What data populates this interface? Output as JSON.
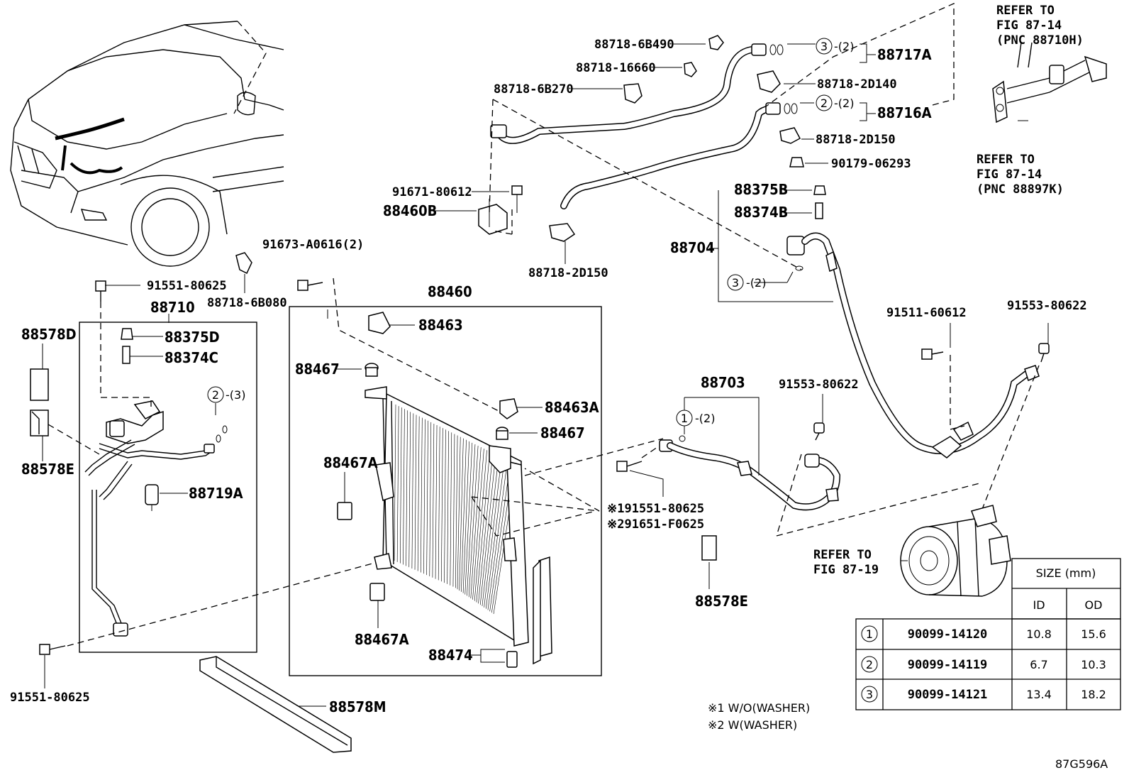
{
  "parts": {
    "p88717A": "88717A",
    "p88716A": "88716A",
    "p88718_6B490": "88718-6B490",
    "p88718_16660": "88718-16660",
    "p88718_6B270": "88718-6B270",
    "p88718_2D140": "88718-2D140",
    "p88718_2D150_top": "88718-2D150",
    "p90179_06293": "90179-06293",
    "p91671_80612": "91671-80612",
    "p88460B": "88460B",
    "p88718_2D150_bottom": "88718-2D150",
    "p88375B": "88375B",
    "p88374B": "88374B",
    "p88704": "88704",
    "p91673_A0616": "91673-A0616(2)",
    "p91551_80625_top": "91551-80625",
    "p88718_6B080": "88718-6B080",
    "p88710": "88710",
    "p88460": "88460",
    "p88578D": "88578D",
    "p88375D": "88375D",
    "p88374C": "88374C",
    "p88578E_left": "88578E",
    "p88719A": "88719A",
    "p88463": "88463",
    "p88467_top": "88467",
    "p88463A": "88463A",
    "p88467_mid": "88467",
    "p88467A_top": "88467A",
    "p88467A_bottom": "88467A",
    "p88474": "88474",
    "p88578M": "88578M",
    "p91551_80625_bottom": "91551-80625",
    "p88703": "88703",
    "p91553_80622_mid": "91553-80622",
    "p91511_60612": "91511-60612",
    "p91553_80622_right": "91553-80622",
    "p88578E_right": "88578E",
    "p_note1": "※191551-80625",
    "p_note2": "※291651-F0625"
  },
  "qty": {
    "q88717A": "(2)",
    "q88716A": "(2)",
    "q88704": "(2)",
    "q88703": "(2)",
    "q88710": "(3)"
  },
  "circles": {
    "c88717A": "3",
    "c88716A": "2",
    "c88704": "3",
    "c88703": "1",
    "c88710": "2"
  },
  "refs": {
    "ref_top_1": "REFER TO",
    "ref_top_2": "FIG 87-14",
    "ref_top_3": "(PNC 88710H)",
    "ref_mid_1": "REFER TO",
    "ref_mid_2": "FIG 87-14",
    "ref_mid_3": "(PNC 88897K)",
    "ref_comp_1": "REFER TO",
    "ref_comp_2": "FIG 87-19"
  },
  "size_table": {
    "header": "SIZE (mm)",
    "col_id": "ID",
    "col_od": "OD",
    "rows": [
      {
        "mark": "1",
        "part": "90099-14120",
        "id": "10.8",
        "od": "15.6"
      },
      {
        "mark": "2",
        "part": "90099-14119",
        "id": "6.7",
        "od": "10.3"
      },
      {
        "mark": "3",
        "part": "90099-14121",
        "id": "13.4",
        "od": "18.2"
      }
    ]
  },
  "footnotes": {
    "note1": "※1 W/O(WASHER)",
    "note2": "※2 W(WASHER)"
  },
  "figure_code": "87G596A"
}
